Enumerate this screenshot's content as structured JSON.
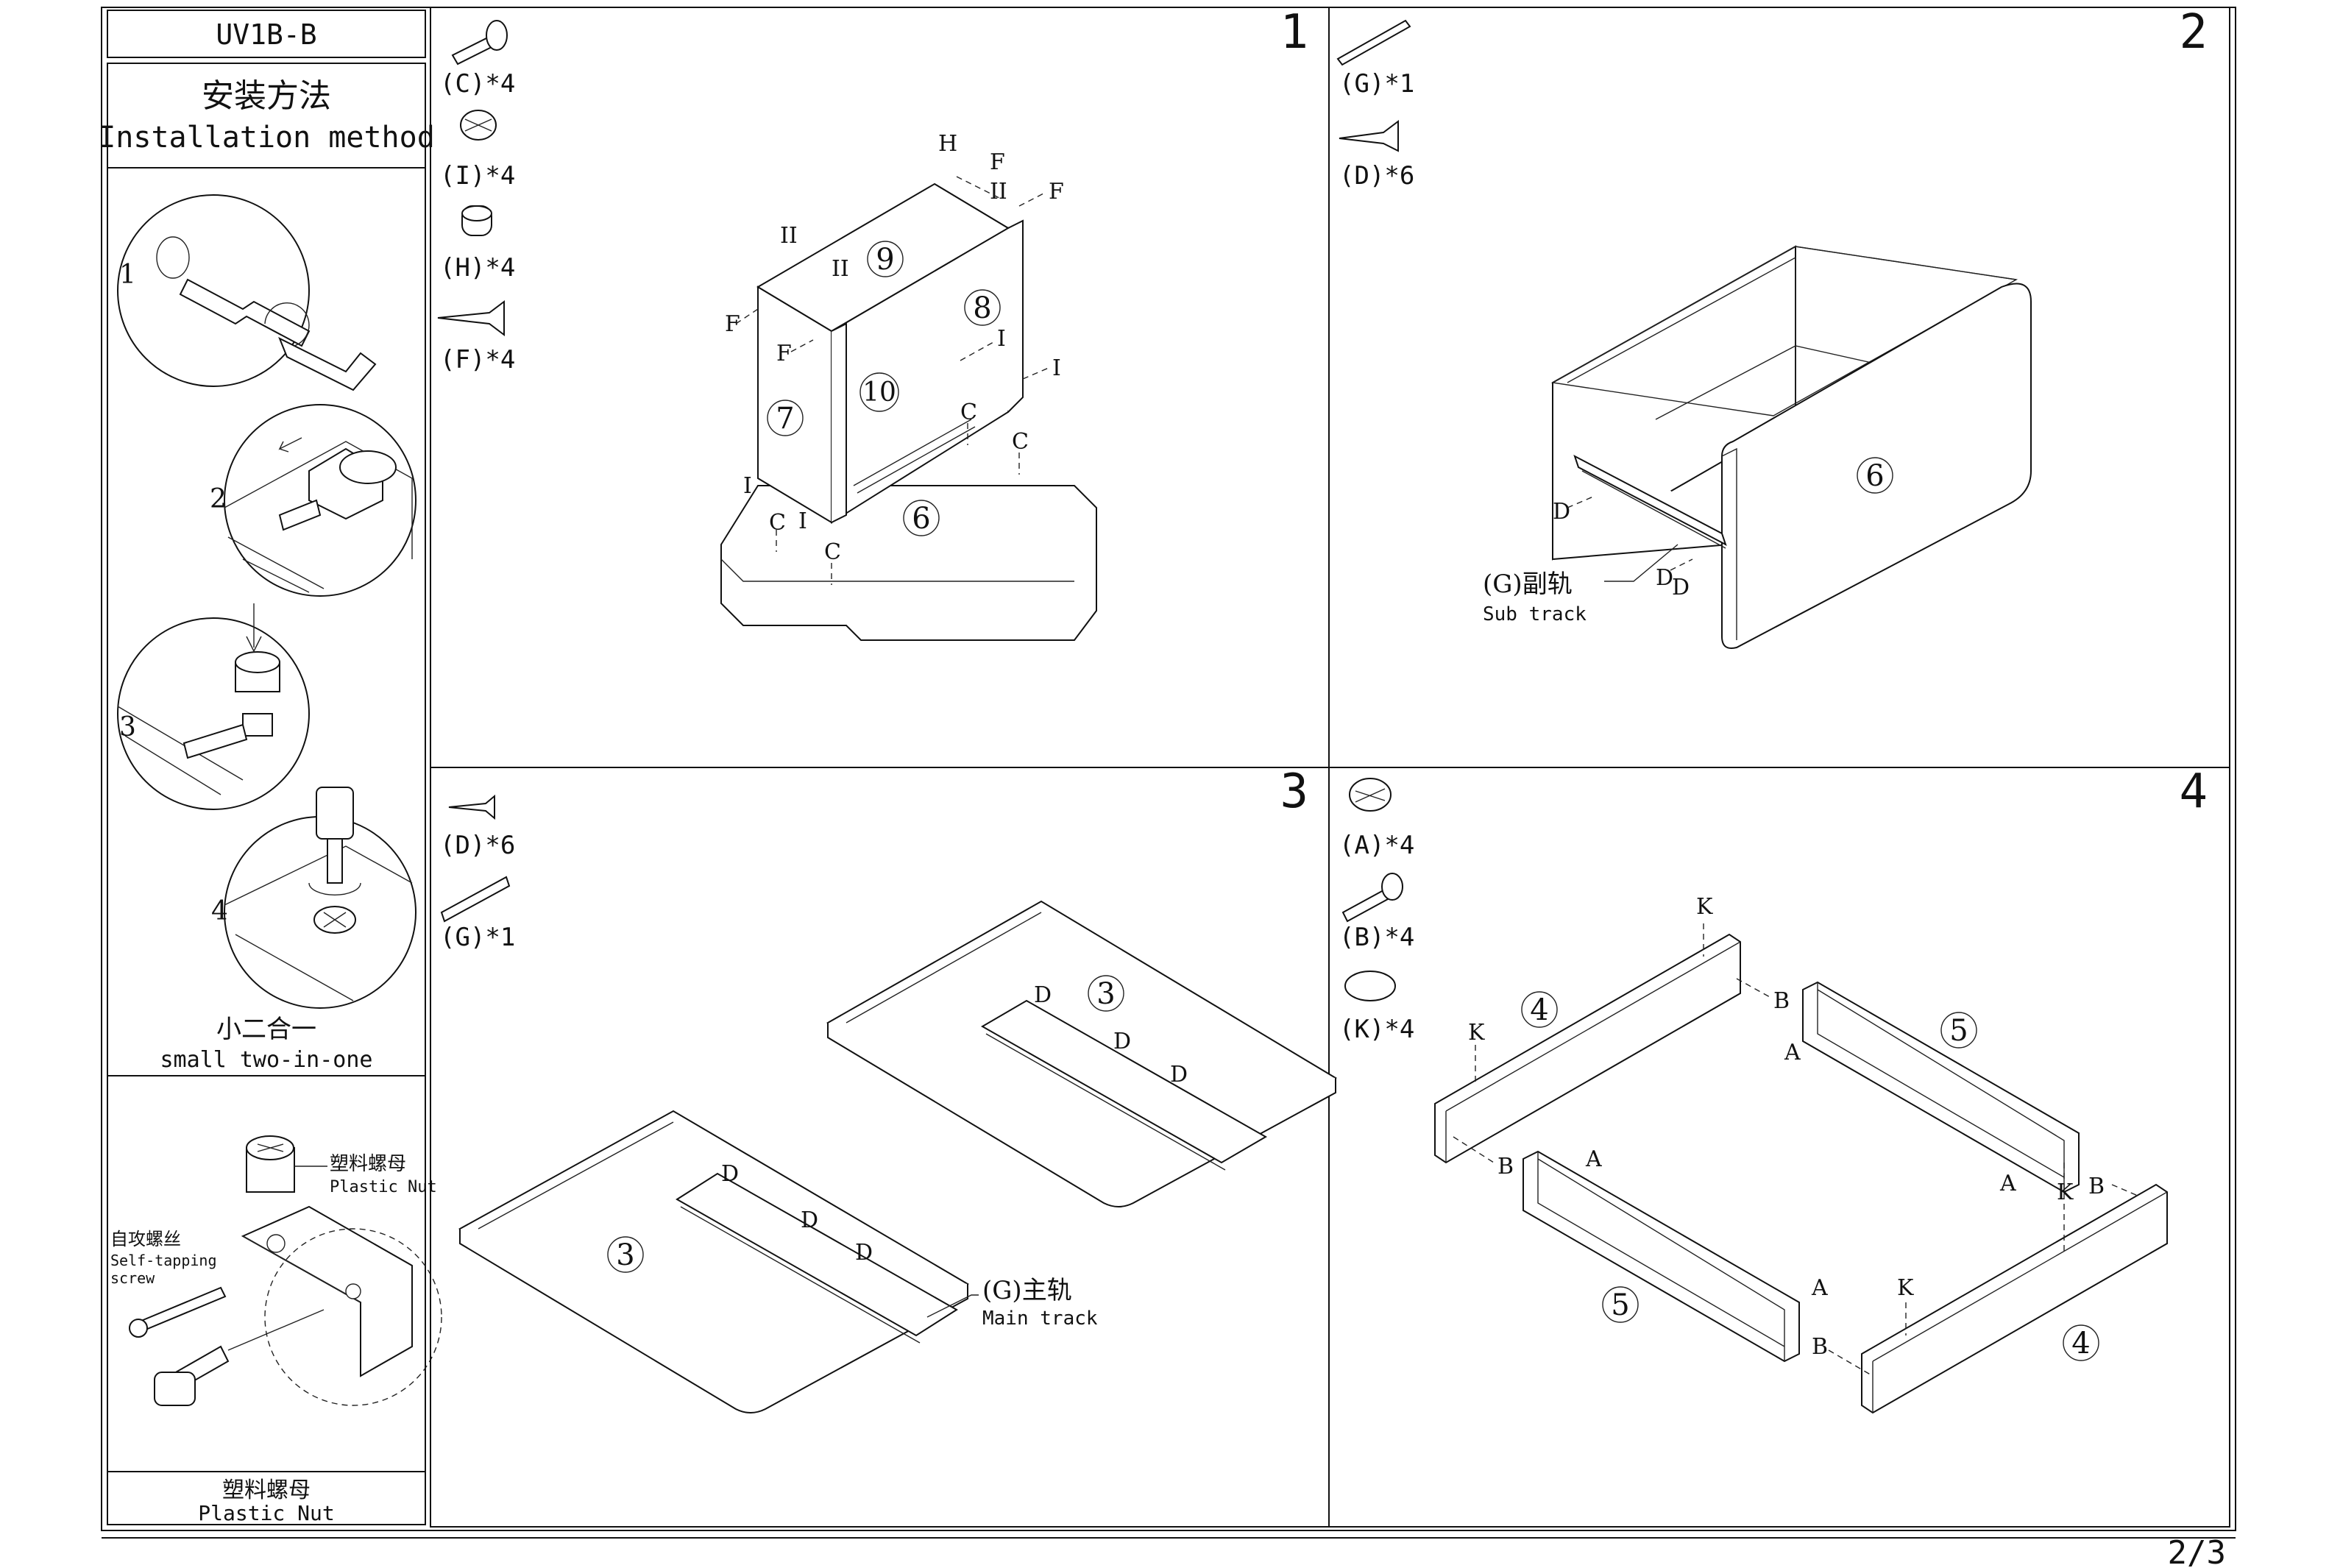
{
  "sheet": {
    "model": "UV1B-B",
    "page": "2/3"
  },
  "sidebar": {
    "title_cn": "安装方法",
    "title_en": "Installation method",
    "step_numbers": [
      "1",
      "2",
      "3",
      "4"
    ],
    "connector_caption_cn": "小二合一",
    "connector_caption_en": "small two-in-one",
    "nut_label_cn": "塑料螺母",
    "nut_label_en": "Plastic Nut",
    "screw_label_cn": "自攻螺丝",
    "screw_label_en_1": "Self-tapping",
    "screw_label_en_2": "screw",
    "bottom_cn": "塑料螺母",
    "bottom_en": "Plastic Nut"
  },
  "panels": [
    {
      "number": "1",
      "hardware": [
        "(C)*4",
        "(I)*4",
        "(H)*4",
        "(F)*4"
      ],
      "part_numbers": [
        "9",
        "8",
        "10",
        "7",
        "6"
      ],
      "letters": [
        "H",
        "F",
        "II",
        "F",
        "II",
        "II",
        "F",
        "F",
        "I",
        "I",
        "C",
        "C",
        "I",
        "C",
        "I",
        "C"
      ]
    },
    {
      "number": "2",
      "hardware": [
        "(G)*1",
        "(D)*6"
      ],
      "part_numbers": [
        "6"
      ],
      "letters": [
        "D",
        "D",
        "D"
      ],
      "callout_cn": "(G)副轨",
      "callout_en": "Sub track"
    },
    {
      "number": "3",
      "hardware": [
        "(D)*6",
        "(G)*1"
      ],
      "part_numbers": [
        "3",
        "3"
      ],
      "letters": [
        "D",
        "D",
        "D",
        "D",
        "D",
        "D"
      ],
      "callout_cn": "(G)主轨",
      "callout_en": "Main track"
    },
    {
      "number": "4",
      "hardware": [
        "(A)*4",
        "(B)*4",
        "(K)*4"
      ],
      "part_numbers": [
        "4",
        "5",
        "5",
        "4"
      ],
      "letters": [
        "K",
        "B",
        "K",
        "A",
        "B",
        "A",
        "A",
        "K",
        "B",
        "A",
        "K",
        "B"
      ]
    }
  ]
}
